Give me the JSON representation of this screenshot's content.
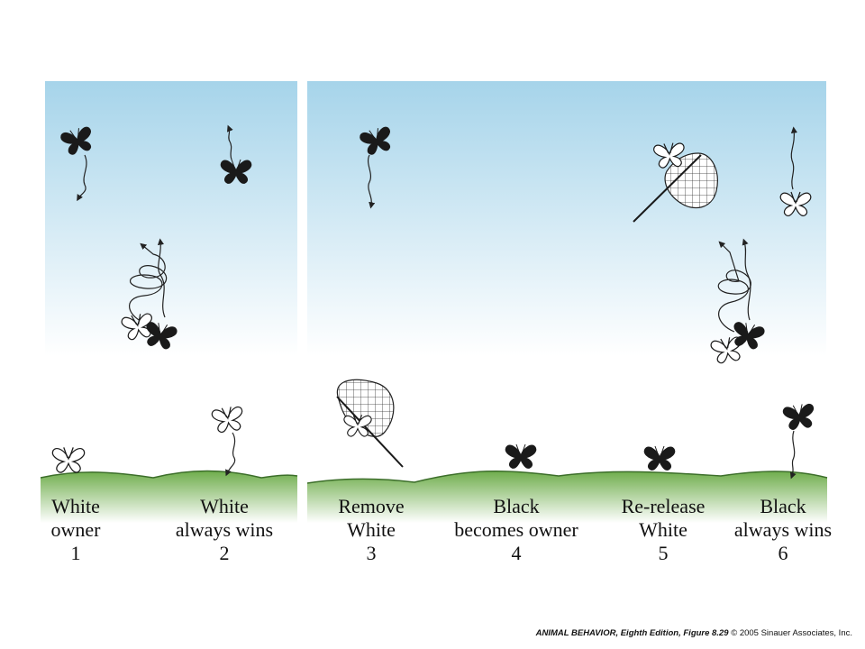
{
  "colors": {
    "sky_top": "#a6d4ea",
    "sky_bottom": "#ffffff",
    "grass_top": "#6fad4c",
    "grass_bottom": "#ffffff",
    "butterfly_black": "#1a1a1a",
    "butterfly_white": "#ffffff"
  },
  "steps": [
    {
      "line1": "White",
      "line2": "owner",
      "number": "1"
    },
    {
      "line1": "White",
      "line2": "always wins",
      "number": "2"
    },
    {
      "line1": "Remove",
      "line2": "White",
      "number": "3"
    },
    {
      "line1": "Black",
      "line2": "becomes owner",
      "number": "4"
    },
    {
      "line1": "Re-release",
      "line2": "White",
      "number": "5"
    },
    {
      "line1": "Black",
      "line2": "always wins",
      "number": "6"
    }
  ],
  "credit": {
    "book": "ANIMAL BEHAVIOR, Eighth Edition,",
    "figure": "Figure 8.29",
    "copyright": "© 2005 Sinauer Associates, Inc."
  },
  "icons": {
    "black_butterfly": "black-butterfly-icon",
    "white_butterfly": "white-butterfly-icon",
    "net": "butterfly-net-icon",
    "flight_path": "flight-path-arrow-icon"
  }
}
